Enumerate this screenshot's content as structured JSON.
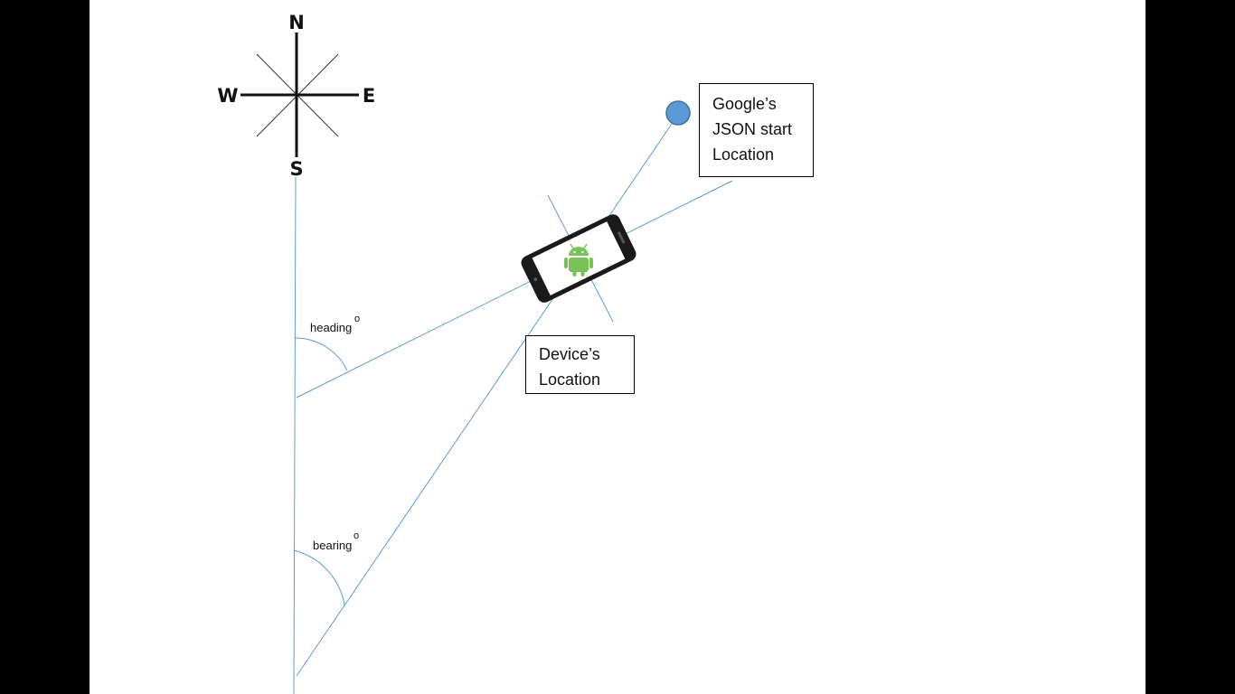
{
  "compass": {
    "north": "N",
    "south": "S",
    "east": "E",
    "west": "W"
  },
  "angles": {
    "heading_label": "heading",
    "bearing_label": "bearing",
    "degree_symbol": "o"
  },
  "labels": {
    "google_start": [
      "Google’s",
      "JSON start",
      "Location"
    ],
    "device_location": [
      "Device’s",
      "Location"
    ]
  },
  "colors": {
    "line": "#5b9bd5",
    "marker_fill": "#5b9bd5",
    "marker_stroke": "#41719c",
    "android_green": "#78c257",
    "phone_body": "#1a1a1a",
    "page_background": "#000000",
    "slide_background": "#ffffff"
  },
  "icons": {
    "device": "android-phone-icon",
    "compass": "compass-rose-icon",
    "start_marker": "location-dot-icon"
  }
}
